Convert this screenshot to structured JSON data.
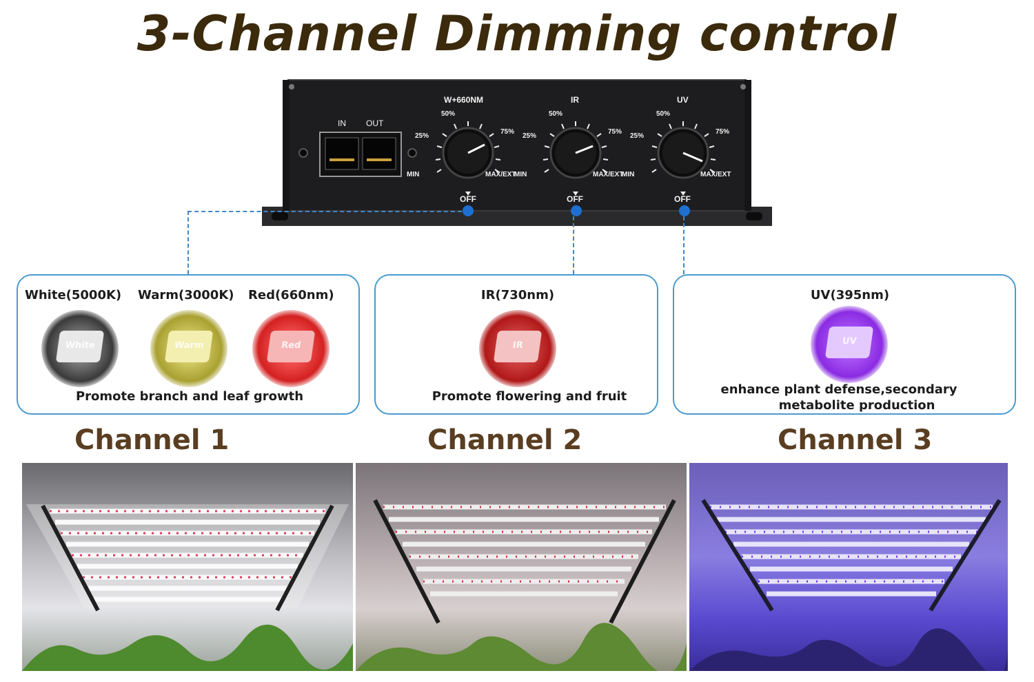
{
  "title": "3-Channel Dimming control",
  "controller": {
    "ports": {
      "in_label": "IN",
      "out_label": "OUT"
    },
    "knobs": [
      {
        "name": "W+660NM",
        "p25": "25%",
        "p50": "50%",
        "p75": "75%",
        "min": "MIN",
        "max": "MAX/EXT",
        "off": "OFF"
      },
      {
        "name": "IR",
        "p25": "25%",
        "p50": "50%",
        "p75": "75%",
        "min": "MIN",
        "max": "MAX/EXT",
        "off": "OFF"
      },
      {
        "name": "UV",
        "p25": "25%",
        "p50": "50%",
        "p75": "75%",
        "min": "MIN",
        "max": "MAX/EXT",
        "off": "OFF"
      }
    ]
  },
  "cards": [
    {
      "specs": [
        "White(5000K)",
        "Warm(3000K)",
        "Red(660nm)"
      ],
      "chips": [
        {
          "icon": "white-led-chip-icon",
          "label": "White",
          "color": "#e8e8e8",
          "glow": "#3a3a3a"
        },
        {
          "icon": "warm-led-chip-icon",
          "label": "Warm",
          "color": "#f3efb0",
          "glow": "#a8a030"
        },
        {
          "icon": "red-led-chip-icon",
          "label": "Red",
          "color": "#f7b6b6",
          "glow": "#d42020"
        }
      ],
      "description": "Promote branch and leaf growth"
    },
    {
      "specs": [
        "IR(730nm)"
      ],
      "chips": [
        {
          "icon": "ir-led-chip-icon",
          "label": "IR",
          "color": "#f4c2c2",
          "glow": "#b01818"
        }
      ],
      "description": "Promote flowering and fruit"
    },
    {
      "specs": [
        "UV(395nm)"
      ],
      "chips": [
        {
          "icon": "uv-led-chip-icon",
          "label": "UV",
          "color": "#e4c9ff",
          "glow": "#8a2be2"
        }
      ],
      "description_line1": "enhance plant defense,secondary",
      "description_line2": "metabolite production"
    }
  ],
  "channels": [
    "Channel 1",
    "Channel 2",
    "Channel 3"
  ],
  "colors": {
    "title": "#3b2a0c",
    "channel_title": "#5a3e22",
    "card_border": "#4a9ad0",
    "connector_dot": "#1e6fd0",
    "controller_body": "#1d1d1f"
  }
}
